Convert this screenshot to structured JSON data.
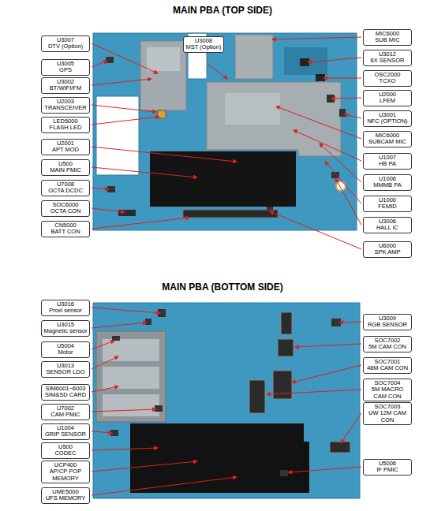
{
  "diagram": {
    "title": "MAIN PBA (TOP SIDE)",
    "nodes": [
      {
        "text": [
          "U3007",
          "DTV (Option)"
        ]
      },
      {
        "text": [
          "U3005",
          "GPS"
        ]
      },
      {
        "text": [
          "U3002",
          "BT/WIFI/FM"
        ]
      },
      {
        "text": [
          "U2003",
          "TRANSCEIVER"
        ]
      },
      {
        "text": [
          "LED5000",
          "FLASH LED"
        ]
      },
      {
        "text": [
          "U2001",
          "APT MOD"
        ]
      },
      {
        "text": [
          "U500",
          "MAIN PMIC"
        ]
      },
      {
        "text": [
          "U7008",
          "OCTA DCDC"
        ]
      },
      {
        "text": [
          "SOC6000",
          "OCTA CON"
        ]
      },
      {
        "text": [
          "CN5000",
          "BATT CON"
        ]
      },
      {
        "text": [
          "U3008",
          "MST (Option)"
        ]
      },
      {
        "text": [
          "MIC6000",
          "SUB MIC"
        ]
      },
      {
        "text": [
          "U3012",
          "6X SENSOR"
        ]
      },
      {
        "text": [
          "OSC2000",
          "TCXO"
        ]
      },
      {
        "text": [
          "U2000",
          "LFEM"
        ]
      },
      {
        "text": [
          "U3001",
          "NFC (OPTION)"
        ]
      },
      {
        "text": [
          "MIC6000",
          "SUBCAM MIC"
        ]
      },
      {
        "text": [
          "U1007",
          "HB PA"
        ]
      },
      {
        "text": [
          "U1006",
          "MMMB PA"
        ]
      },
      {
        "text": [
          "U1000",
          "FEMID"
        ]
      },
      {
        "text": [
          "U3006",
          "HALL IC"
        ]
      },
      {
        "text": [
          "U6000",
          "SPK AMP"
        ]
      },
      {
        "text": [
          "U3016",
          "Proxi sensor"
        ]
      },
      {
        "text": [
          "U3015",
          "Magnetic sensor"
        ]
      },
      {
        "text": [
          "U5004",
          "Motor"
        ]
      },
      {
        "text": [
          "U3013",
          "SENSOR LDO"
        ]
      },
      {
        "text": [
          "SIM6001~6003",
          "SIM&SD CARD"
        ]
      },
      {
        "text": [
          "U7002",
          "CAM PMIC"
        ]
      },
      {
        "text": [
          "U1004",
          "GRIP SENSOR"
        ]
      },
      {
        "text": [
          "U500",
          "CODEC"
        ]
      },
      {
        "text": [
          "UCP400",
          "AP/CP POP MEMORY"
        ]
      },
      {
        "text": [
          "UME5000",
          "UFS MEMORY"
        ]
      },
      {
        "text": [
          "U3009",
          "RGB SENSOR"
        ]
      },
      {
        "text": [
          "SOC7002",
          "5M CAM CON"
        ]
      },
      {
        "text": [
          "SOC7001",
          "48M CAM CON"
        ]
      },
      {
        "text": [
          "SOC7004",
          "5M MACRO CAM CON"
        ]
      },
      {
        "text": [
          "SOC7003",
          "UW 12M CAM CON"
        ]
      },
      {
        "text": [
          "U5006",
          "IF PMIC"
        ]
      }
    ],
    "labels": [
      "MAIN PBA (BOTTOM SIDE)"
    ]
  }
}
